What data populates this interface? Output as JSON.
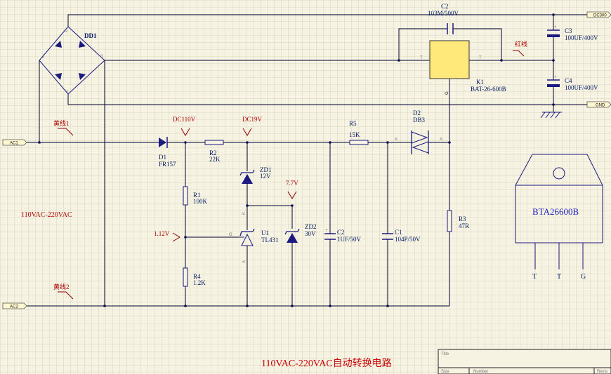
{
  "title": "110VAC-220VAC自动转换电路",
  "supply_note": "110VAC-220VAC",
  "ports": {
    "ac1": "AC1",
    "ac2": "AC2",
    "dc300": "DC300",
    "gnd": "GND"
  },
  "nets": {
    "dc110": "DC110V",
    "dc19": "DC19V",
    "v77": "7.7V",
    "v112": "1.12V",
    "yellow1": "黄线1",
    "yellow2": "黄线2",
    "red_wire": "红线"
  },
  "components": {
    "dd1": "DD1",
    "c2_top": "C2",
    "c2_top_val": "103M/500V",
    "c3": "C3",
    "c3_val": "100UF/400V",
    "c4": "C4",
    "c4_val": "100UF/400V",
    "k1": "K1",
    "k1_val": "BAT-26-600B",
    "d1": "D1",
    "d1_val": "FR157",
    "r2": "R2",
    "r2_val": "22K",
    "r5": "R5",
    "r5_val": "15K",
    "d2": "D2",
    "d2_val": "DB3",
    "zd1": "ZD1",
    "zd1_val": "12V",
    "r1": "R1",
    "r1_val": "100K",
    "u1": "U1",
    "u1_val": "TL431",
    "zd2": "ZD2",
    "zd2_val": "30V",
    "c2": "C2",
    "c2_val": "1UF/50V",
    "c1": "C1",
    "c1_val": "104P/50V",
    "r3": "R3",
    "r3_val": "47R",
    "r4": "R4",
    "r4_val": "1.2K"
  },
  "package": {
    "name": "BTA26600B",
    "pins": [
      "T",
      "T",
      "G"
    ]
  },
  "pin_marks": {
    "g": "G",
    "k": "K",
    "a": "A",
    "t": "T"
  },
  "title_block": {
    "title": "Title",
    "size": "Size",
    "number": "Number",
    "rev": "Revis"
  }
}
